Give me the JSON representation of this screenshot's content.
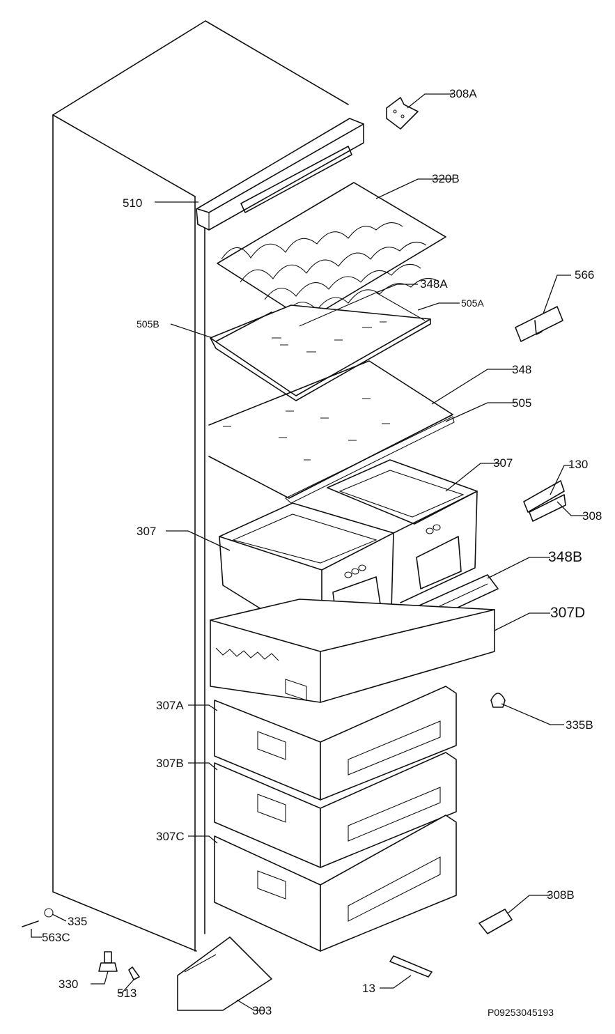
{
  "labels": {
    "l308A": "308A",
    "l320B": "320B",
    "l510": "510",
    "l348A": "348A",
    "l505A": "505A",
    "l505B": "505B",
    "l566": "566",
    "l348": "348",
    "l505": "505",
    "l307_top": "307",
    "l130": "130",
    "l308": "308",
    "l307_left": "307",
    "l348B": "348B",
    "l307D": "307D",
    "l307A": "307A",
    "l335B": "335B",
    "l307B": "307B",
    "l307C": "307C",
    "l308B": "308B",
    "l335": "335",
    "l563C": "563C",
    "l330": "330",
    "l513": "513",
    "l303": "303",
    "l13": "13"
  },
  "drawing_code": "P09253045193"
}
